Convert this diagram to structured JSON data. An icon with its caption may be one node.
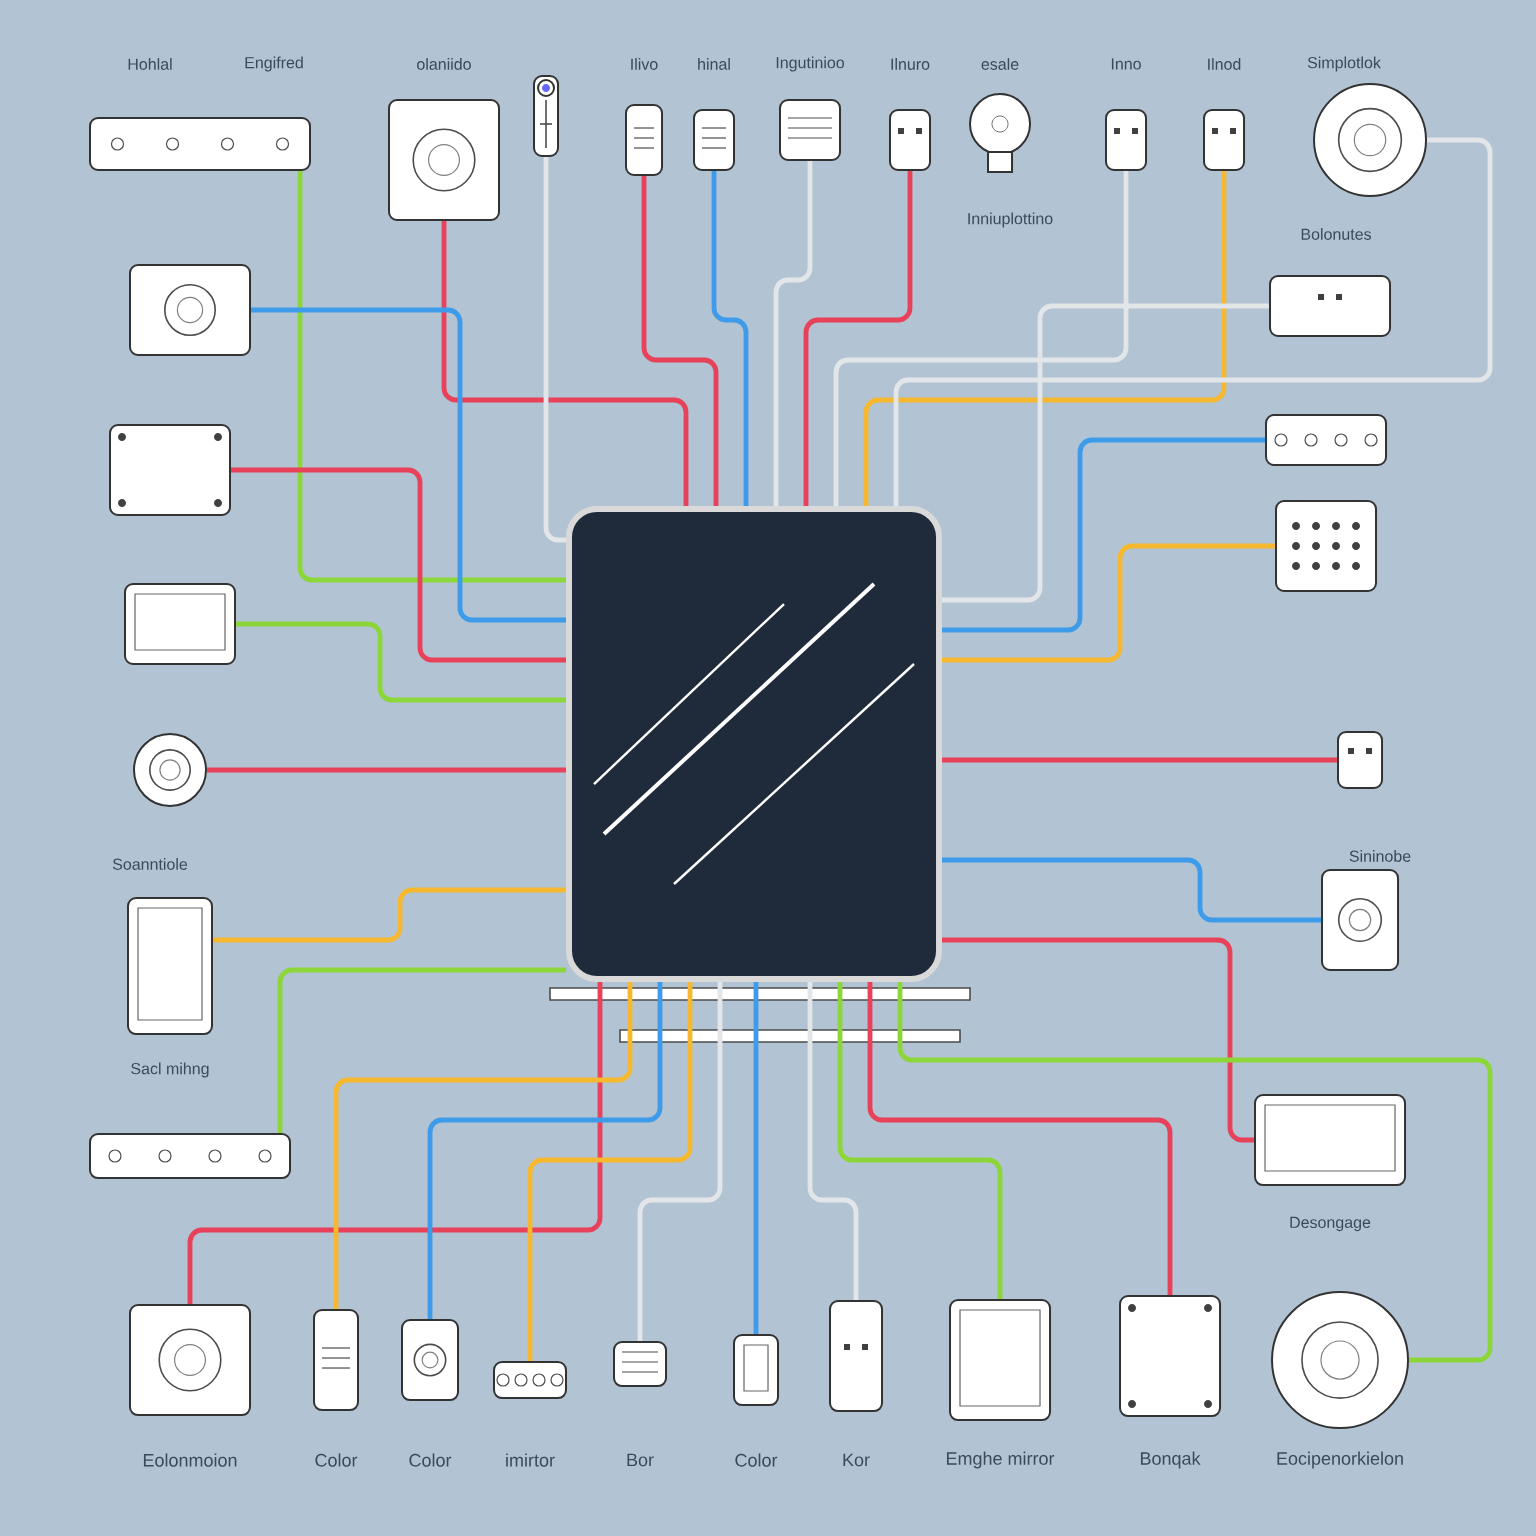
{
  "diagram": {
    "nodes": [
      {
        "text": [],
        "shape": "box"
      },
      {
        "text": [],
        "shape": "picture",
        "beside": [
          "Hohlal",
          "Engifred"
        ]
      },
      {
        "text": [],
        "shape": "picture",
        "beside": [
          "olaniido"
        ]
      },
      {
        "text": [],
        "shape": "picture"
      },
      {
        "text": [],
        "shape": "picture",
        "beside": [
          "Ilivo"
        ]
      },
      {
        "text": [],
        "shape": "picture",
        "beside": [
          "hinal"
        ]
      },
      {
        "text": [],
        "shape": "picture",
        "beside": [
          "Ingutinioo"
        ]
      },
      {
        "text": [],
        "shape": "picture",
        "beside": [
          "Ilnuro"
        ]
      },
      {
        "text": [],
        "shape": "picture",
        "beside": [
          "Inno"
        ]
      },
      {
        "text": [],
        "shape": "picture",
        "beside": [
          "Ilnod"
        ]
      },
      {
        "text": [],
        "shape": "circle",
        "beside": [
          "Simplotlok",
          "Bolonutes"
        ]
      },
      {
        "text": [],
        "shape": "picture"
      },
      {
        "text": [],
        "shape": "picture"
      },
      {
        "text": [],
        "shape": "picture"
      },
      {
        "text": [],
        "shape": "picture"
      },
      {
        "text": [],
        "shape": "picture"
      },
      {
        "text": [],
        "shape": "picture"
      },
      {
        "text": [],
        "shape": "circle"
      },
      {
        "text": [],
        "shape": "picture"
      },
      {
        "text": [],
        "shape": "picture"
      },
      {
        "text": [],
        "shape": "picture",
        "beside": [
          "Sininobe"
        ]
      },
      {
        "text": [],
        "shape": "picture"
      },
      {
        "text": [],
        "shape": "picture",
        "beside": [
          "Desongage"
        ]
      },
      {
        "text": [],
        "shape": "picture",
        "beside": [
          "Eolonmoion"
        ]
      },
      {
        "text": [],
        "shape": "picture",
        "beside": [
          "Color"
        ]
      },
      {
        "text": [],
        "shape": "picture",
        "beside": [
          "Color"
        ]
      },
      {
        "text": [],
        "shape": "picture",
        "beside": [
          "imirtor"
        ]
      },
      {
        "text": [],
        "shape": "picture",
        "beside": [
          "Bor"
        ]
      },
      {
        "text": [],
        "shape": "picture",
        "beside": [
          "Color"
        ]
      },
      {
        "text": [],
        "shape": "picture",
        "beside": [
          "Kor"
        ]
      },
      {
        "text": [],
        "shape": "picture",
        "beside": [
          "Emghe mirror"
        ]
      },
      {
        "text": [],
        "shape": "picture",
        "beside": [
          "Bonqak"
        ]
      },
      {
        "text": [],
        "shape": "circle",
        "beside": [
          "Eocipenorkielon"
        ]
      }
    ],
    "edges": [
      {
        "from": 0,
        "to": 1,
        "arrow": "none",
        "color": "#8cd63a"
      },
      {
        "from": 0,
        "to": 2,
        "arrow": "none",
        "color": "#e8415a"
      },
      {
        "from": 0,
        "to": 3,
        "arrow": "none",
        "color": "#e3e6e9"
      },
      {
        "from": 0,
        "to": 4,
        "arrow": "none",
        "color": "#e8415a"
      },
      {
        "from": 0,
        "to": 5,
        "arrow": "none",
        "color": "#3d9be9"
      },
      {
        "from": 0,
        "to": 6,
        "arrow": "none",
        "color": "#e3e6e9"
      },
      {
        "from": 0,
        "to": 7,
        "arrow": "none",
        "color": "#e8415a"
      },
      {
        "from": 0,
        "to": 8,
        "arrow": "none",
        "color": "#e3e6e9"
      },
      {
        "from": 0,
        "to": 9,
        "arrow": "none",
        "color": "#f5b82e"
      },
      {
        "from": 0,
        "to": 10,
        "arrow": "none",
        "color": "#e3e6e9"
      },
      {
        "from": 0,
        "to": 11,
        "arrow": "none",
        "color": "#3d9be9"
      },
      {
        "from": 0,
        "to": 12,
        "arrow": "none",
        "color": "#e8415a"
      },
      {
        "from": 0,
        "to": 13,
        "arrow": "none",
        "color": "#8cd63a"
      },
      {
        "from": 0,
        "to": 14,
        "arrow": "none",
        "color": "#e3e6e9"
      },
      {
        "from": 0,
        "to": 15,
        "arrow": "none",
        "color": "#3d9be9"
      },
      {
        "from": 0,
        "to": 16,
        "arrow": "none",
        "color": "#f5b82e"
      },
      {
        "from": 0,
        "to": 17,
        "arrow": "none",
        "color": "#e8415a"
      },
      {
        "from": 0,
        "to": 18,
        "arrow": "none",
        "color": "#e8415a"
      },
      {
        "from": 0,
        "to": 19,
        "arrow": "none",
        "color": "#f5b82e"
      },
      {
        "from": 0,
        "to": 20,
        "arrow": "none",
        "color": "#3d9be9"
      },
      {
        "from": 0,
        "to": 21,
        "arrow": "none",
        "color": "#8cd63a"
      },
      {
        "from": 0,
        "to": 22,
        "arrow": "none",
        "color": "#e8415a"
      },
      {
        "from": 0,
        "to": 23,
        "arrow": "none",
        "color": "#e8415a"
      },
      {
        "from": 0,
        "to": 24,
        "arrow": "none",
        "color": "#f5b82e"
      },
      {
        "from": 0,
        "to": 25,
        "arrow": "none",
        "color": "#3d9be9"
      },
      {
        "from": 0,
        "to": 26,
        "arrow": "none",
        "color": "#f5b82e"
      },
      {
        "from": 0,
        "to": 27,
        "arrow": "none",
        "color": "#e3e6e9"
      },
      {
        "from": 0,
        "to": 28,
        "arrow": "none",
        "color": "#3d9be9"
      },
      {
        "from": 0,
        "to": 29,
        "arrow": "none",
        "color": "#e3e6e9"
      },
      {
        "from": 0,
        "to": 30,
        "arrow": "none",
        "color": "#8cd63a"
      },
      {
        "from": 0,
        "to": 31,
        "arrow": "none",
        "color": "#e8415a"
      },
      {
        "from": 0,
        "to": 32,
        "arrow": "none",
        "color": "#8cd63a"
      }
    ],
    "labels": [
      "esale",
      "Inniuplottino",
      "Soanntiole",
      "Sacl mihng"
    ]
  }
}
